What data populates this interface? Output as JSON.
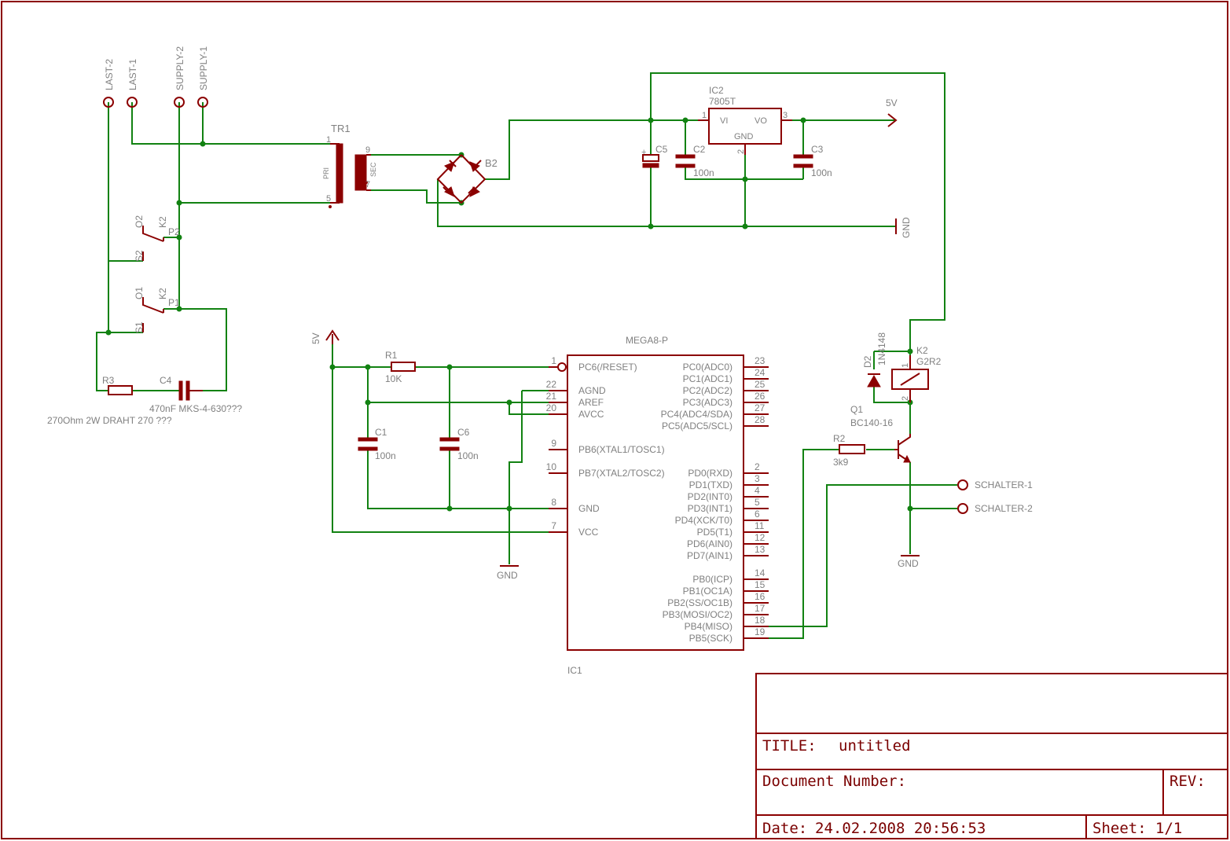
{
  "terminals": {
    "last2": "LAST-2",
    "last1": "LAST-1",
    "supply2": "SUPPLY-2",
    "supply1": "SUPPLY-1",
    "schalter1": "SCHALTER-1",
    "schalter2": "SCHALTER-2"
  },
  "transformer": {
    "name": "TR1",
    "pri": "PRI",
    "sec": "SEC",
    "pin1": "1",
    "pin5": "5",
    "pin9": "9",
    "pin7": "7"
  },
  "bridge": {
    "name": "B2"
  },
  "regulator": {
    "name": "IC2",
    "value": "7805T",
    "vi": "VI",
    "vo": "VO",
    "gnd": "GND",
    "pin1": "1",
    "pin2": "2",
    "pin3": "3"
  },
  "caps": {
    "c5": {
      "name": "C5",
      "plus": "+"
    },
    "c2": {
      "name": "C2",
      "value": "100n"
    },
    "c3": {
      "name": "C3",
      "value": "100n"
    },
    "c1": {
      "name": "C1",
      "value": "100n"
    },
    "c6": {
      "name": "C6",
      "value": "100n"
    },
    "c4": {
      "name": "C4",
      "value": "470nF MKS-4-630???"
    }
  },
  "power": {
    "v5_top": "5V",
    "gnd_top": "GND",
    "v5_left": "5V",
    "gnd_left": "GND",
    "gnd_right": "GND"
  },
  "relay_contacts": {
    "k2a": {
      "name": "K2",
      "o": "O2",
      "s": "S2",
      "p": "P2"
    },
    "k2b": {
      "name": "K2",
      "o": "O1",
      "s": "S1",
      "p": "P1"
    }
  },
  "resistors": {
    "r3": {
      "name": "R3",
      "value": "270Ohm 2W DRAHT 270 ???"
    },
    "r1": {
      "name": "R1",
      "value": "10K"
    },
    "r2": {
      "name": "R2",
      "value": "3k9"
    }
  },
  "mcu": {
    "name": "IC1",
    "value": "MEGA8-P",
    "left_pins": [
      {
        "num": "1",
        "label": "PC6(/RESET)"
      },
      {
        "num": "22",
        "label": "AGND"
      },
      {
        "num": "21",
        "label": "AREF"
      },
      {
        "num": "20",
        "label": "AVCC"
      },
      {
        "num": "9",
        "label": "PB6(XTAL1/TOSC1)"
      },
      {
        "num": "10",
        "label": "PB7(XTAL2/TOSC2)"
      },
      {
        "num": "8",
        "label": "GND"
      },
      {
        "num": "7",
        "label": "VCC"
      }
    ],
    "right_pins": [
      {
        "num": "23",
        "label": "PC0(ADC0)"
      },
      {
        "num": "24",
        "label": "PC1(ADC1)"
      },
      {
        "num": "25",
        "label": "PC2(ADC2)"
      },
      {
        "num": "26",
        "label": "PC3(ADC3)"
      },
      {
        "num": "27",
        "label": "PC4(ADC4/SDA)"
      },
      {
        "num": "28",
        "label": "PC5(ADC5/SCL)"
      },
      {
        "num": "2",
        "label": "PD0(RXD)"
      },
      {
        "num": "3",
        "label": "PD1(TXD)"
      },
      {
        "num": "4",
        "label": "PD2(INT0)"
      },
      {
        "num": "5",
        "label": "PD3(INT1)"
      },
      {
        "num": "6",
        "label": "PD4(XCK/T0)"
      },
      {
        "num": "11",
        "label": "PD5(T1)"
      },
      {
        "num": "12",
        "label": "PD6(AIN0)"
      },
      {
        "num": "13",
        "label": "PD7(AIN1)"
      },
      {
        "num": "14",
        "label": "PB0(ICP)"
      },
      {
        "num": "15",
        "label": "PB1(OC1A)"
      },
      {
        "num": "16",
        "label": "PB2(SS/OC1B)"
      },
      {
        "num": "17",
        "label": "PB3(MOSI/OC2)"
      },
      {
        "num": "18",
        "label": "PB4(MISO)"
      },
      {
        "num": "19",
        "label": "PB5(SCK)"
      }
    ]
  },
  "relay": {
    "name": "K2",
    "value": "G2R2",
    "pin1": "1",
    "pin2": "2"
  },
  "diode": {
    "name": "D2",
    "value": "1N4148"
  },
  "transistor": {
    "name": "Q1",
    "value": "BC140-16"
  },
  "title_block": {
    "title_label": "TITLE:",
    "title_value": "untitled",
    "doc_label": "Document Number:",
    "rev_label": "REV:",
    "date_label": "Date:",
    "date_value": "24.02.2008 20:56:53",
    "sheet_label": "Sheet:",
    "sheet_value": "1/1"
  }
}
